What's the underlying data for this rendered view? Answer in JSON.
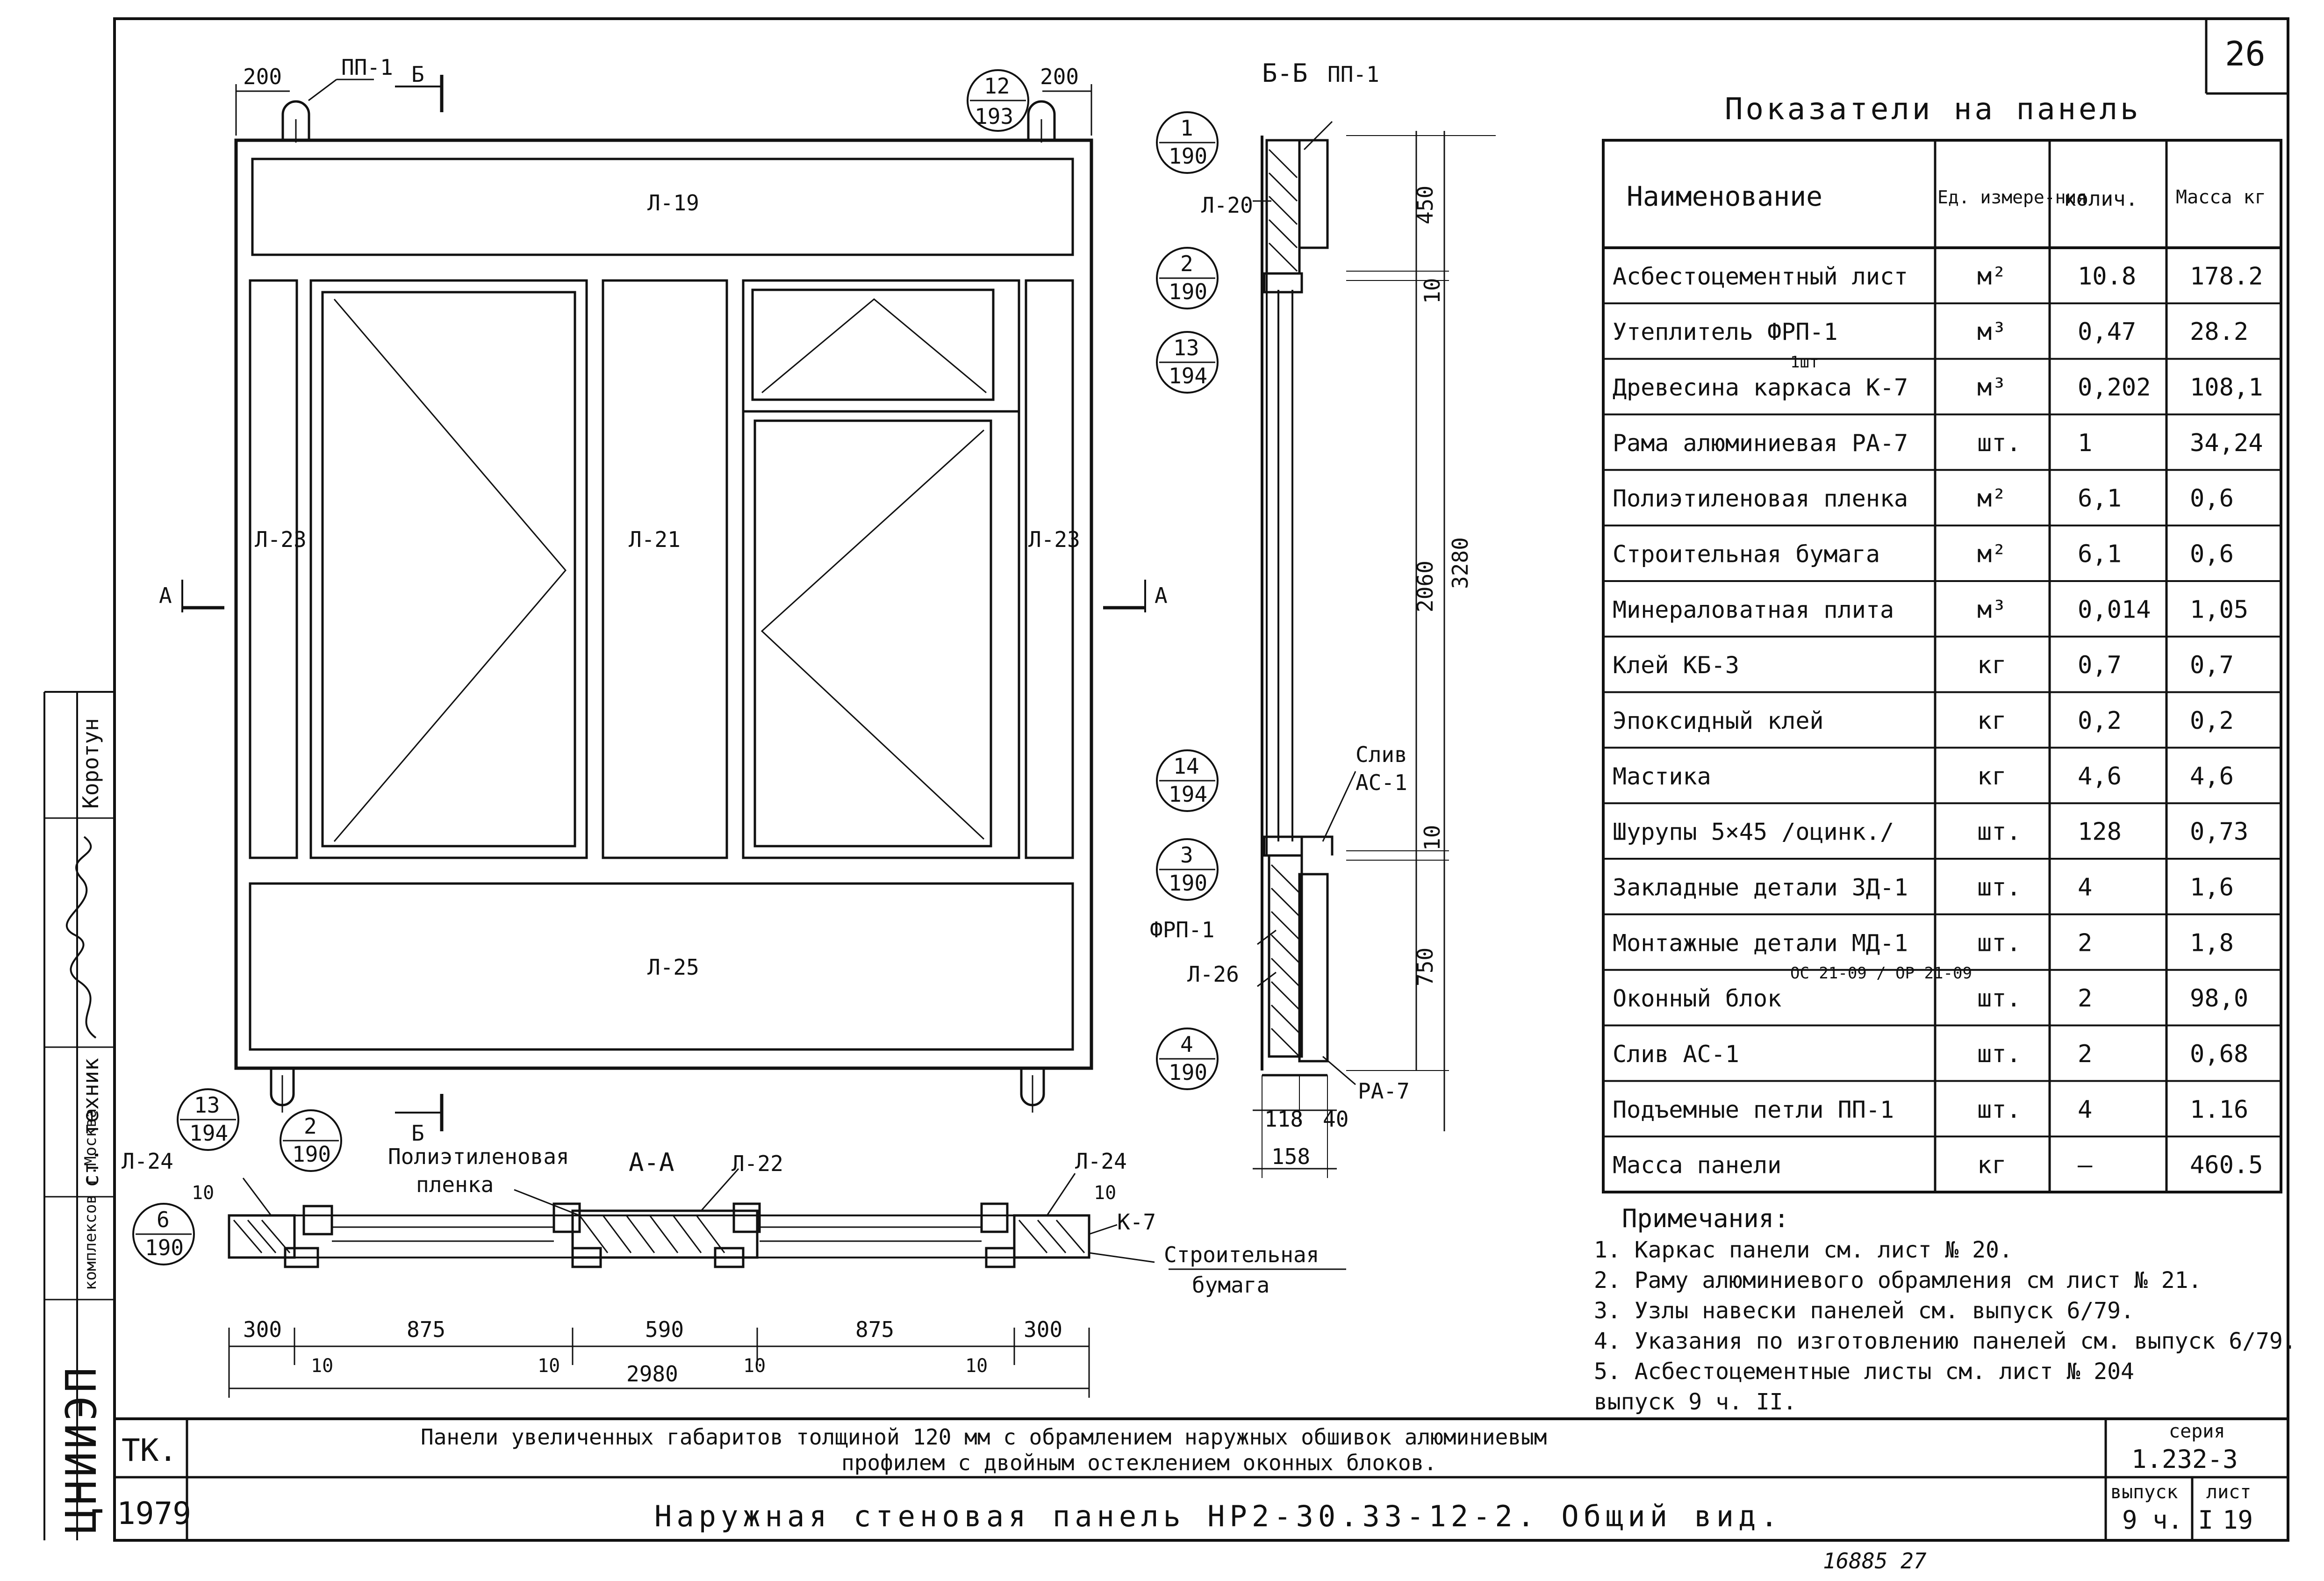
{
  "sheet": {
    "page_number": "26",
    "table_title": "Показатели на панель",
    "columns": [
      "Наименование",
      "Ед. измере-ния",
      "колич.",
      "Масса кг"
    ],
    "rows": [
      {
        "name": "Асбестоцементный лист",
        "unit": "м²",
        "qty": "10.8",
        "mass": "178.2"
      },
      {
        "name": "Утеплитель ФРП-1",
        "unit": "м³",
        "qty": "0,47",
        "mass": "28.2"
      },
      {
        "name": "Древесина каркаса К-7",
        "name_note": "1шт",
        "unit": "м³",
        "qty": "0,202",
        "mass": "108,1"
      },
      {
        "name": "Рама алюминиевая РА-7",
        "unit": "шт.",
        "qty": "1",
        "mass": "34,24"
      },
      {
        "name": "Полиэтиленовая пленка",
        "unit": "м²",
        "qty": "6,1",
        "mass": "0,6"
      },
      {
        "name": "Строительная бумага",
        "unit": "м²",
        "qty": "6,1",
        "mass": "0,6"
      },
      {
        "name": "Минераловатная плита",
        "unit": "м³",
        "qty": "0,014",
        "mass": "1,05"
      },
      {
        "name": "Клей КБ-3",
        "unit": "кг",
        "qty": "0,7",
        "mass": "0,7"
      },
      {
        "name": "Эпоксидный клей",
        "unit": "кг",
        "qty": "0,2",
        "mass": "0,2"
      },
      {
        "name": "Мастика",
        "unit": "кг",
        "qty": "4,6",
        "mass": "4,6"
      },
      {
        "name": "Шурупы 5×45 /оцинк./",
        "unit": "шт.",
        "qty": "128",
        "mass": "0,73"
      },
      {
        "name": "Закладные детали ЗД-1",
        "unit": "шт.",
        "qty": "4",
        "mass": "1,6"
      },
      {
        "name": "Монтажные детали МД-1",
        "unit": "шт.",
        "qty": "2",
        "mass": "1,8"
      },
      {
        "name": "Оконный блок",
        "name_note": "ОС 21-09 / ОР 21-09",
        "unit": "шт.",
        "qty": "2",
        "mass": "98,0"
      },
      {
        "name": "Слив АС-1",
        "unit": "шт.",
        "qty": "2",
        "mass": "0,68"
      },
      {
        "name": "Подъемные петли ПП-1",
        "unit": "шт.",
        "qty": "4",
        "mass": "1.16"
      },
      {
        "name": "Масса панели",
        "unit": "кг",
        "qty": "—",
        "mass": "460.5"
      }
    ],
    "notes_title": "Примечания:",
    "notes": [
      "1. Каркас панели см. лист № 20.",
      "2. Раму алюминиевого обрамления см лист № 21.",
      "3. Узлы навески панелей см. выпуск 6/79.",
      "4. Указания по изготовлению панелей см. выпуск 6/79.",
      "5. Асбестоцементные листы см. лист № 204",
      "выпуск 9 ч. II."
    ],
    "title_line1": "Панели увеличенных габаритов толщиной 120 мм с обрамлением наружных обшивок алюминиевым",
    "title_line2": "профилем с двойным остеклением оконных блоков.",
    "main_title": "Наружная стеновая панель НР2-30.33-12-2. Общий вид.",
    "series_label": "серия",
    "series_value": "1.232-3",
    "issue_label": "выпуск",
    "issue_value": "9 ч. I",
    "list_label": "лист",
    "list_value": "19",
    "org_code": "ТК.",
    "year": "1979",
    "stamp_code": "ЦНИИЭП",
    "side_org": "комплексов г.Москва",
    "side_role": "ст. техник",
    "side_name": "Коротун",
    "inventory": "16885 27"
  },
  "elevation": {
    "dim_left": "200",
    "dim_right": "200",
    "loop_label": "ПП-1",
    "section_mark": "Б",
    "section_aa": "А",
    "callout_top": {
      "n": "12",
      "d": "193"
    },
    "panels": {
      "top": "Л-19",
      "left": "Л-23",
      "center": "Л-21",
      "right": "Л-23",
      "bottom": "Л-25"
    }
  },
  "section_bb": {
    "title": "Б-Б",
    "loop_label": "ПП-1",
    "labels": [
      "Л-20",
      "ФРП-1",
      "Л-26",
      "РА-7"
    ],
    "slive": "Слив",
    "slive_code": "АС-1",
    "dims_vertical": [
      "450",
      "10",
      "2060",
      "10",
      "750"
    ],
    "overall": "3280",
    "dims_bottom": [
      "118",
      "40",
      "158"
    ],
    "callouts": [
      {
        "n": "1",
        "d": "190"
      },
      {
        "n": "2",
        "d": "190"
      },
      {
        "n": "13",
        "d": "194"
      },
      {
        "n": "14",
        "d": "194"
      },
      {
        "n": "3",
        "d": "190"
      },
      {
        "n": "4",
        "d": "190"
      }
    ]
  },
  "section_aa": {
    "title": "А-А",
    "labels": {
      "left": "Л-24",
      "mid": "Л-22",
      "right": "Л-24",
      "frame": "К-7",
      "film1": "Полиэтиленовая",
      "film2": "пленка",
      "paper1": "Строительная",
      "paper2": "бумага"
    },
    "dims": [
      "300",
      "875",
      "590",
      "875",
      "300"
    ],
    "gaps": [
      "10",
      "10",
      "10",
      "10"
    ],
    "side_gaps": [
      "10",
      "10"
    ],
    "overall": "2980",
    "callouts": [
      {
        "n": "13",
        "d": "194"
      },
      {
        "n": "2",
        "d": "190"
      },
      {
        "n": "6",
        "d": "190"
      }
    ]
  }
}
